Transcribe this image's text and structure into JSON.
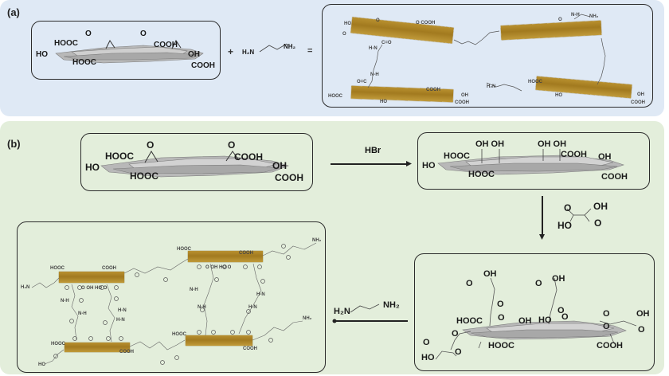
{
  "panels": {
    "a": {
      "label": "(a)",
      "go_left": [
        "HOOC",
        "O",
        "O",
        "COOH",
        "HO",
        "OH",
        "HOOC",
        "COOH"
      ],
      "plus": "+",
      "reagent_left": "H₂N",
      "reagent_right": "NH₂",
      "equals": "=",
      "product_labels": {
        "ho_top": "HO",
        "o_top1": "O",
        "o_cooh": "O COOH",
        "o_left": "O",
        "nh_1": "H-N",
        "co_1": "C=O",
        "nh_2": "N-H",
        "co_2": "O=C",
        "hooc_bl": "HOOC",
        "cooh_bl": "COOH",
        "oh_bl": "OH",
        "cooh_bl2": "COOH",
        "ho_bl": "HO",
        "h2n_mid": "H₂N",
        "hooc_br": "HOOC",
        "ho_br": "HO",
        "oh_br": "OH",
        "cooh_br": "COOH",
        "nh2_tr": "NH₂",
        "n_h": "N-H",
        "o_tr": "O"
      }
    },
    "b": {
      "label": "(b)",
      "go_box": {
        "hooc1": "HOOC",
        "o1": "O",
        "o2": "O",
        "cooh1": "COOH",
        "ho": "HO",
        "oh": "OH",
        "hooc2": "HOOC",
        "cooh2": "COOH"
      },
      "reagent_hbr": "HBr",
      "rgo_box": {
        "ho": "HO",
        "hooc1": "HOOC",
        "ohoh1": "OH OH",
        "ohoh2": "OH OH",
        "cooh1": "COOH",
        "oh": "OH",
        "hooc2": "HOOC",
        "cooh2": "COOH"
      },
      "oxalic_acid": {
        "o1": "O",
        "oh1": "OH",
        "ho2": "HO",
        "o2": "O"
      },
      "ester_box": {
        "o_top1": "O",
        "oh_top1": "OH",
        "o_mid1": "O",
        "o_top2": "O",
        "oh_top2": "OH",
        "o_mid2": "O",
        "hooc1": "HOOC",
        "o_link1": "O",
        "oh_c": "OH",
        "ho_c": "HO",
        "o_link2": "O",
        "o_r1": "O",
        "oh_r": "OH",
        "o_r2": "O",
        "o_r3": "O",
        "o_l1": "O",
        "o_l2": "O",
        "ho_l": "HO",
        "o_l3": "O",
        "hooc2": "HOOC",
        "cooh": "COOH"
      },
      "reagent_eda_left": "H₂N",
      "reagent_eda_right": "NH₂",
      "network_labels": {
        "h2n_left": "H₂N",
        "hooc_tl": "HOOC",
        "cooh_tl": "COOH",
        "hooc_tr": "HOOC",
        "cooh_tr": "COOH",
        "nh2_tr": "NH₂",
        "oh_ho_1": "O OH HO O",
        "oh_ho_2": "O OH HO O",
        "hooc_bl": "HOOC",
        "cooh_bl": "COOH",
        "hooc_br": "HOOC",
        "cooh_br": "COOH",
        "nh2_br": "NH₂",
        "ho_bl": "HO",
        "nh_labels": [
          "N-H",
          "H-N",
          "N-H",
          "H-N",
          "N-H",
          "H-N",
          "N-H",
          "H-N"
        ]
      }
    }
  },
  "colors": {
    "panel_a_bg": "#dfe9f5",
    "panel_b_bg": "#e3eedb",
    "graphene_gold": "#a98326",
    "graphene_gray": "#9a9a9a",
    "border": "#2b2b2b"
  }
}
